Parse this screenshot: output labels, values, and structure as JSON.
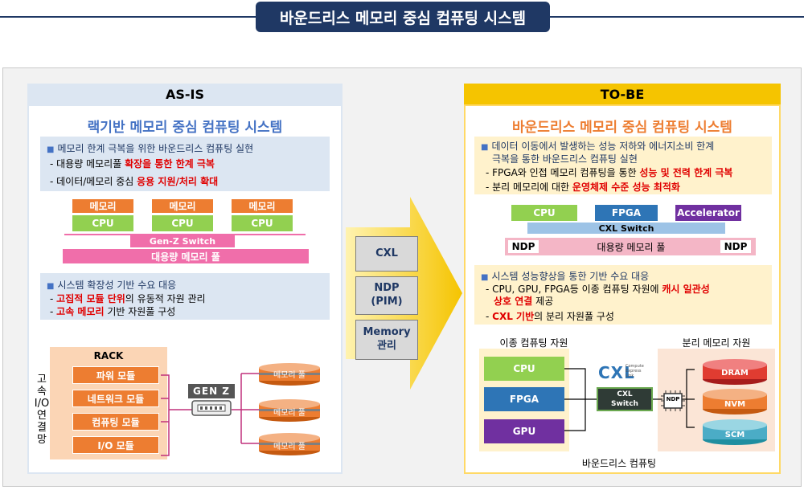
{
  "page_title": "바운드리스 메모리 중심 컴퓨팅 시스템",
  "asis": {
    "header": "AS-IS",
    "title": "랙기반 메모리 중심 컴퓨팅 시스템",
    "box1": {
      "bullet": "메모리 한계 극복을 위한 바운드리스 컴퓨팅 실현",
      "line1_pre": "- 대용량 메모리풀 ",
      "line1_red": "확장을 통한 한계 극복",
      "line2_pre": "- 데이터/메모리 중심 ",
      "line2_red": "응용 지원/처리 확대"
    },
    "diagram": {
      "memory": "메모리",
      "cpu": "CPU",
      "switch": "Gen-Z Switch",
      "pool": "대용량 메모리 풀"
    },
    "box2": {
      "bullet": "시스템 확장성 기반 수요 대응",
      "line1_pre": "- ",
      "line1_red": "고집적 모듈 단위",
      "line1_post": "의 유동적 자원 관리",
      "line2_pre": "- ",
      "line2_red": "고속 메모리",
      "line2_post": " 기반 자원풀 구성"
    },
    "rack": {
      "title": "RACK",
      "modules": [
        "파워 모듈",
        "네트워크 모듈",
        "컴퓨팅 모듈",
        "I/O 모듈"
      ],
      "side_label": [
        "고",
        "속",
        "I/O",
        "연",
        "결",
        "망"
      ],
      "genz_logo": "GEN Z",
      "pools": [
        "메모리 풀",
        "메모리 풀",
        "메모리 풀"
      ]
    }
  },
  "middle": {
    "items": [
      "CXL",
      "NDP\n(PIM)",
      "Memory\n관리"
    ]
  },
  "tobe": {
    "header": "TO-BE",
    "title": "바운드리스 메모리 중심 컴퓨팅 시스템",
    "box1": {
      "bullet_l1": "데이터 이동에서 발생하는 성능 저하와 에너지소비 한계",
      "bullet_l2": "극복을 통한 바운드리스 컴퓨팅 실현",
      "line1_pre": "- FPGA와 인접 메모리 컴퓨팅을 통한 ",
      "line1_red": "성능 및 전력 한계 극복",
      "line2_pre": "- 분리 메모리에 대한 ",
      "line2_red": "운영체제 수준 성능 최적화"
    },
    "diagram": {
      "cpu": "CPU",
      "fpga": "FPGA",
      "accel": "Accelerator",
      "switch": "CXL Switch",
      "ndp_left": "NDP",
      "pool": "대용량 메모리 풀",
      "ndp_right": "NDP"
    },
    "box2": {
      "bullet": "시스템 성능향상을 통한 기반 수요 대응",
      "line1_pre": "- CPU, GPU, FPGA등 이종 컴퓨팅 자원에 ",
      "line1_red": "캐시 일관성",
      "line2_red": "상호 연결",
      "line2_post": " 제공",
      "line3_pre": "- ",
      "line3_red": "CXL 기반",
      "line3_post": "의 분리 자원풀 구성"
    },
    "bottom": {
      "hetero_label": "이종 컴퓨팅 자원",
      "mem_label": "분리 메모리 자원",
      "units": [
        "CPU",
        "FPGA",
        "GPU"
      ],
      "cxl_logo": "CXL",
      "cxl_logo_sub": [
        "Compute",
        "Express",
        "Link"
      ],
      "switch_l1": "CXL",
      "switch_l2": "Switch",
      "ndp": "NDP",
      "mems": [
        "DRAM",
        "NVM",
        "SCM"
      ],
      "footer": "바운드리스 컴퓨팅"
    }
  },
  "colors": {
    "navy": "#1f3864",
    "orange": "#ed7d31",
    "green": "#92d050",
    "pink": "#f06eaa",
    "yellow": "#f5c400",
    "light_blue": "#dce6f2",
    "red_text": "#e00000"
  }
}
